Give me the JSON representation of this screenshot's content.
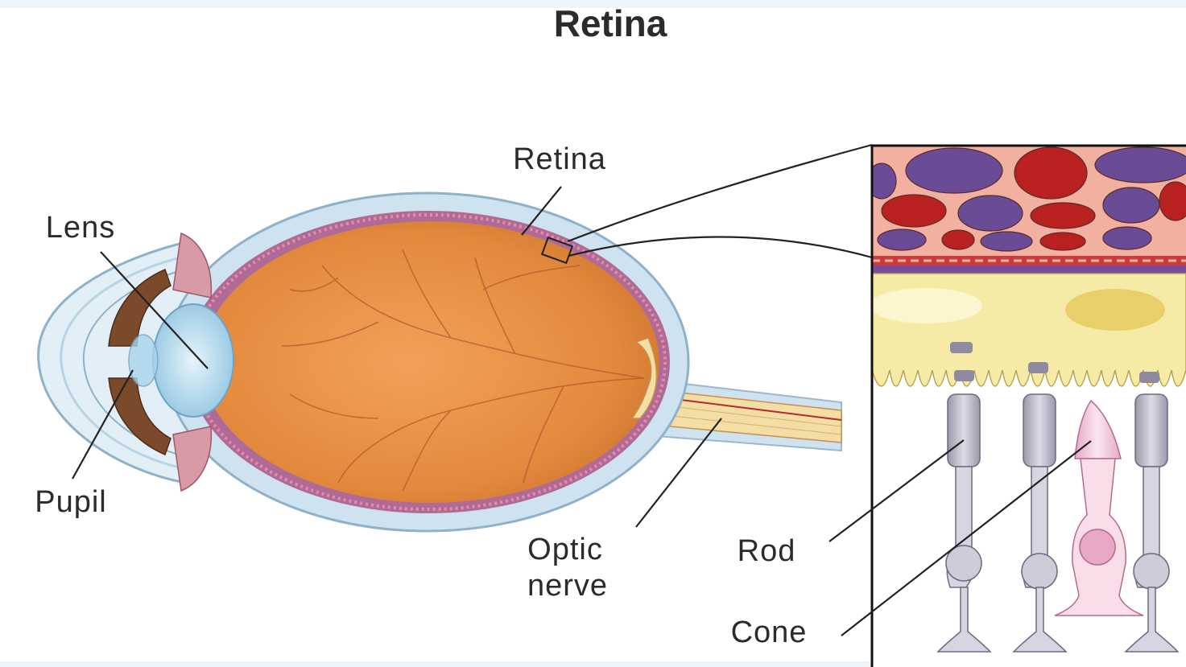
{
  "title": "Retina",
  "labels": {
    "retina": "Retina",
    "lens": "Lens",
    "pupil": "Pupil",
    "optic_line1": "Optic",
    "optic_line2": "nerve",
    "rod": "Rod",
    "cone": "Cone"
  },
  "colors": {
    "vitreous": "#e2893d",
    "sclera": "#cfe2ef",
    "retina_layer": "#b06a98",
    "iris": "#7a4a2a",
    "lens": "#a9d3ea",
    "optic_nerve": "#f3dfa6",
    "rbc_red": "#b8211f",
    "rbc_purple": "#6a4b95",
    "inset_bg": "#f2b0a0",
    "pigment_layer": "#f6eba6",
    "rod_cell": "#bdb8c8",
    "cone_cell": "#f4c9dd"
  }
}
